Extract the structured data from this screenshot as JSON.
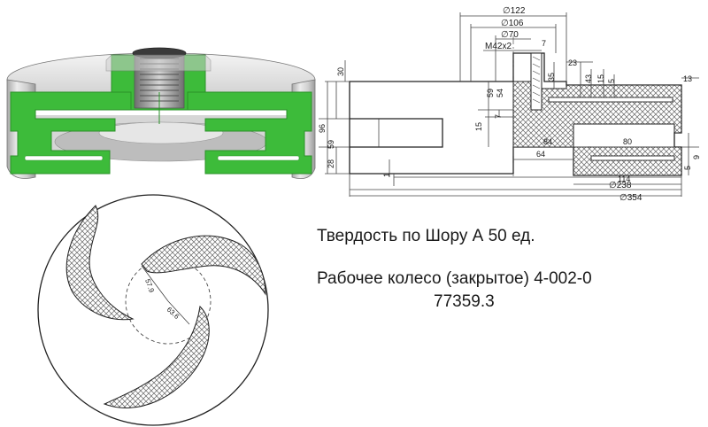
{
  "colors": {
    "rubber_green": "#3dbb3a",
    "rubber_green_dark": "#2a9128",
    "metal_light": "#e2e2e2",
    "metal_mid": "#b9b9b9",
    "metal_dark": "#8a8a8a",
    "hatch": "#555555",
    "line": "#222222"
  },
  "drawing": {
    "diameters": [
      "∅122",
      "∅106",
      "∅70",
      "∅238",
      "∅354"
    ],
    "thread": "M42x2",
    "dims": [
      "30",
      "96",
      "59",
      "28",
      "59",
      "54",
      "15",
      "7",
      "1",
      "35",
      "23",
      "15",
      "43",
      "7",
      "5",
      "13",
      "84",
      "80",
      "64",
      "114",
      "9",
      "5"
    ]
  },
  "blade_dims": [
    "57.9",
    "63.6"
  ],
  "text": {
    "hardness": "Твердость по Шору А 50 ед.",
    "title_line1": "Рабочее колесо (закрытое) 4-002-0",
    "title_line2": "77359.3"
  }
}
